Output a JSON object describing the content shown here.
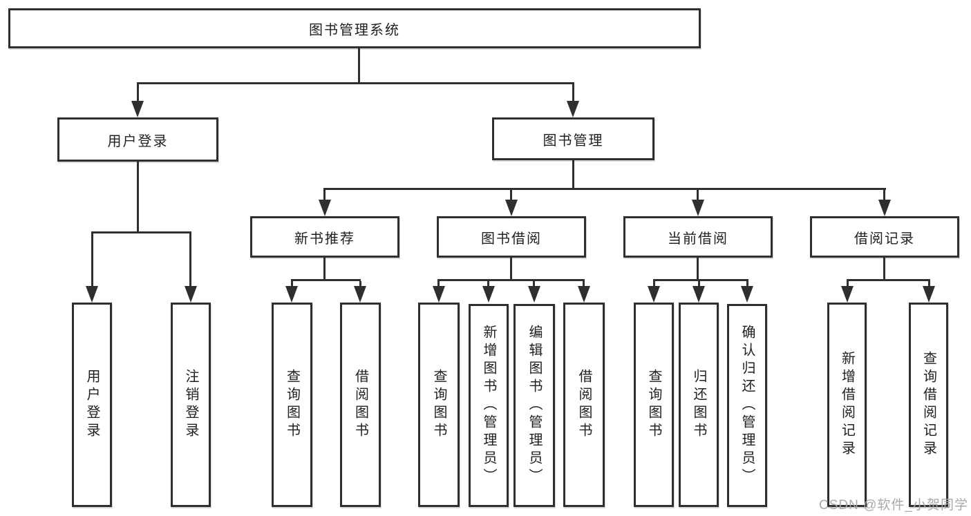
{
  "diagram": {
    "type": "hierarchy-tree",
    "title_node": "图书管理系统",
    "nodes": {
      "root": {
        "label": "图书管理系统"
      },
      "user_login": {
        "label": "用户登录"
      },
      "book_mgmt": {
        "label": "图书管理"
      },
      "new_book_rec": {
        "label": "新书推荐"
      },
      "book_borrow": {
        "label": "图书借阅"
      },
      "current_borrow": {
        "label": "当前借阅"
      },
      "borrow_records": {
        "label": "借阅记录"
      },
      "leaf_user_login": {
        "label": "用户登录"
      },
      "leaf_logout": {
        "label": "注销登录"
      },
      "leaf_query_books_rec": {
        "label": "查询图书"
      },
      "leaf_borrow_books_rec": {
        "label": "借阅图书"
      },
      "leaf_query_books_borrow": {
        "label": "查询图书"
      },
      "leaf_add_books_admin": {
        "label": "新增图书（管理员）"
      },
      "leaf_edit_books_admin": {
        "label": "编辑图书（管理员）"
      },
      "leaf_borrow_books_borrow": {
        "label": "借阅图书"
      },
      "leaf_query_books_current": {
        "label": "查询图书"
      },
      "leaf_return_books": {
        "label": "归还图书"
      },
      "leaf_confirm_return_admin": {
        "label": "确认归还（管理员）"
      },
      "leaf_add_borrow_record": {
        "label": "新增借阅记录"
      },
      "leaf_query_borrow_record": {
        "label": "查询借阅记录"
      }
    },
    "hierarchy": {
      "图书管理系统": [
        "用户登录",
        "图书管理"
      ],
      "用户登录": [
        "用户登录",
        "注销登录"
      ],
      "图书管理": [
        "新书推荐",
        "图书借阅",
        "当前借阅",
        "借阅记录"
      ],
      "新书推荐": [
        "查询图书",
        "借阅图书"
      ],
      "图书借阅": [
        "查询图书",
        "新增图书（管理员）",
        "编辑图书（管理员）",
        "借阅图书"
      ],
      "当前借阅": [
        "查询图书",
        "归还图书",
        "确认归还（管理员）"
      ],
      "借阅记录": [
        "新增借阅记录",
        "查询借阅记录"
      ]
    },
    "colors": {
      "line": "#2f2f2f",
      "box_background": "#ffffff",
      "text": "#1f1f1f",
      "watermark": "#a9a9a9"
    }
  },
  "watermark": "CSDN @软件_小贺同学"
}
